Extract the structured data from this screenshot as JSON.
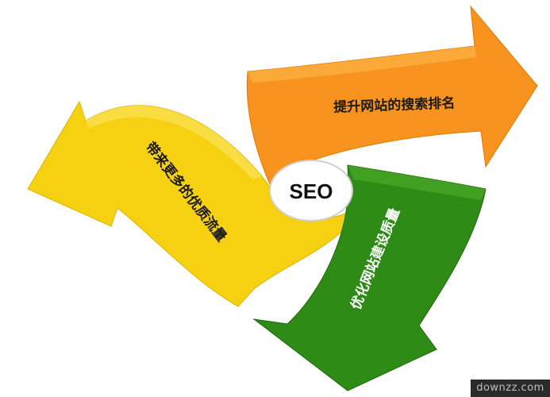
{
  "center": {
    "label": "SEO"
  },
  "arrows": [
    {
      "id": "orange",
      "label": "提升网站的搜索排名",
      "fill": "#f7931e",
      "highlight": "#fdb74a",
      "text_color": "#1a1a1a"
    },
    {
      "id": "yellow",
      "label": "带来更多的优质流量",
      "fill": "#f5d112",
      "highlight": "#fbe86a",
      "text_color": "#1a1a1a"
    },
    {
      "id": "green",
      "label": "优化网站建设质量",
      "fill": "#2e8b16",
      "highlight": "#4fae2a",
      "text_color": "#ffffff"
    }
  ],
  "watermark": {
    "text": "downzz.com"
  }
}
